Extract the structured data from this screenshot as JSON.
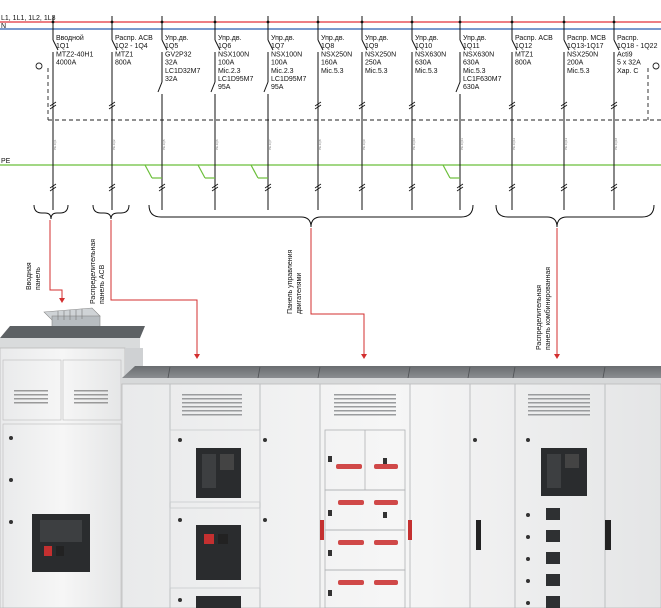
{
  "schematic": {
    "bus_main_label": "L1, 1L1, 1L2, 1L3",
    "bus_n_label": "N",
    "bus_pe_label": "PE",
    "colors": {
      "l_bus": "#e0303a",
      "n_bus": "#2a5db0",
      "pe_bus": "#6bbf3a",
      "pointer": "#d32f2f"
    },
    "feeders": [
      {
        "lines": [
          "Вводной",
          "1Q1",
          "MTZ2-40H1",
          "4000A"
        ]
      },
      {
        "lines": [
          "Распр. ACB",
          "1Q2 - 1Q4",
          "MTZ1",
          "800A"
        ]
      },
      {
        "lines": [
          "Упр.дв.",
          "1Q5",
          "GV2P32",
          "32A",
          "",
          "LC1D32M7",
          "32A"
        ]
      },
      {
        "lines": [
          "Упр.дв.",
          "1Q6",
          "NSX100N",
          "100A",
          "Mic.2.3",
          "LC1D95M7",
          "95A"
        ]
      },
      {
        "lines": [
          "Упр.дв.",
          "1Q7",
          "NSX100N",
          "100A",
          "Mic.2.3",
          "LC1D95M7",
          "95A"
        ]
      },
      {
        "lines": [
          "Упр.дв.",
          "1Q8",
          "NSX250N",
          "160A",
          "Mic.5.3"
        ]
      },
      {
        "lines": [
          "Упр.дв.",
          "1Q9",
          "NSX250N",
          "250A",
          "Mic.5.3"
        ]
      },
      {
        "lines": [
          "Упр.дв.",
          "1Q10",
          "NSX630N",
          "630A",
          "Mic.5.3"
        ]
      },
      {
        "lines": [
          "Упр.дв.",
          "1Q11",
          "NSX630N",
          "630A",
          "Mic.5.3",
          "LC1F630M7",
          "630A"
        ]
      },
      {
        "lines": [
          "Распр. ACB",
          "1Q12",
          "MTZ1",
          "800A"
        ]
      },
      {
        "lines": [
          "Распр. MCB",
          "1Q13-1Q17",
          "NSX250N",
          "200A",
          "Mic.5.3"
        ]
      },
      {
        "lines": [
          "Распр.",
          "1Q18 - 1Q22",
          "Acti9",
          "5 x 32A",
          "Хар. C"
        ]
      }
    ],
    "panel_labels": [
      {
        "lines": [
          "Вводная",
          "панель"
        ]
      },
      {
        "lines": [
          "Распределительная",
          "панель ACB"
        ]
      },
      {
        "lines": [
          "Панель управления",
          "двигателями"
        ]
      },
      {
        "lines": [
          "Распределительная",
          "панель комбинированная"
        ]
      }
    ]
  }
}
